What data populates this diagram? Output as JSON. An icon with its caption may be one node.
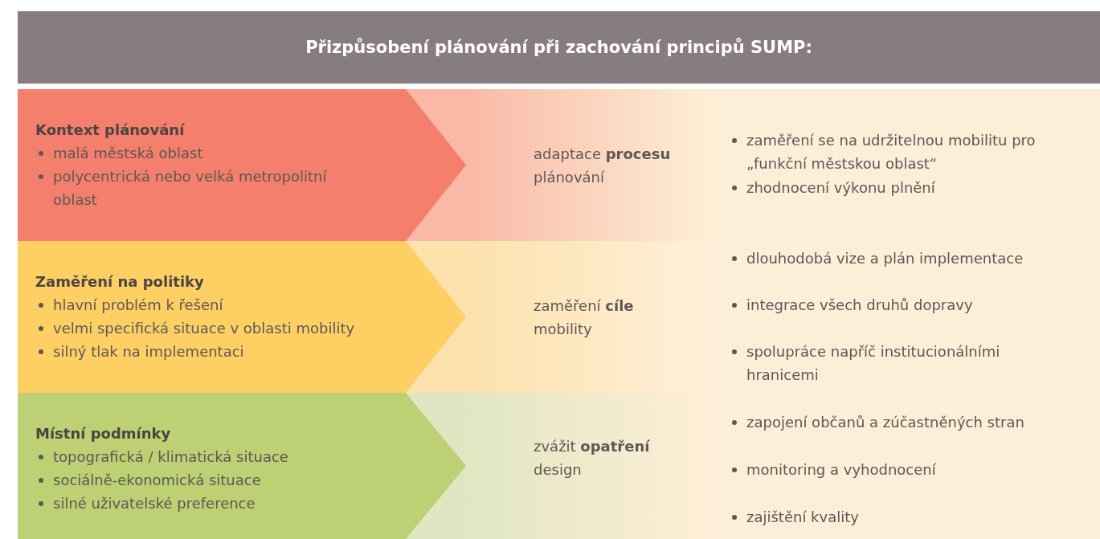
{
  "diagram": {
    "title": "Přizpůsobení plánování při zachování principů SUMP:",
    "nodes": [
      {
        "text": [
          "Kontext plánování",
          "malá městská oblast",
          "polycentrická nebo velká metropolitní oblast"
        ]
      },
      {
        "text": [
          "Zaměření na politiky",
          "hlavní problém k řešení",
          "velmi specifická situace v oblasti mobility",
          "silný tlak na implementaci"
        ]
      },
      {
        "text": [
          "Místní podmínky",
          "topografická / klimatická situace",
          "sociálně-ekonomická situace",
          "silné uživatelské preference"
        ]
      },
      {
        "text": [
          "adaptace **procesu** plánování"
        ]
      },
      {
        "text": [
          "zaměření **cíle** mobility"
        ]
      },
      {
        "text": [
          "zvážit **opatření** design"
        ]
      },
      {
        "text": [
          "zaměření se na udržitelnou mobilitu pro „funkční městskou oblast“",
          "zhodnocení výkonu plnění",
          "dlouhodobá vize a plán implementace",
          "integrace všech druhů dopravy",
          "spolupráce napříč institucionálními hranicemi",
          "zapojení občanů a zúčastněných stran",
          "monitoring a vyhodnocení",
          "zajištění kvality"
        ]
      }
    ]
  }
}
